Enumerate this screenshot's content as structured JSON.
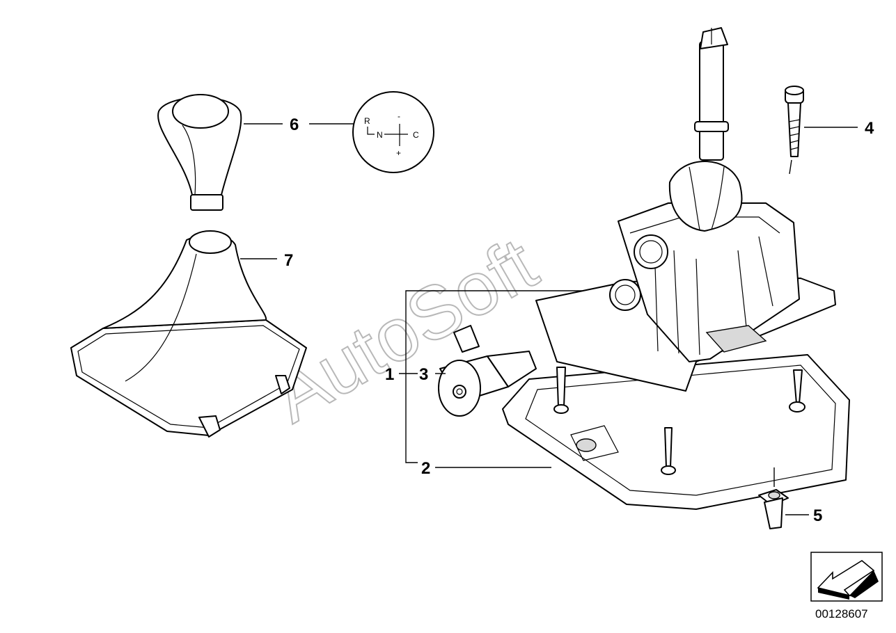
{
  "watermark": "AutoSoft",
  "document_number": "00128607",
  "callouts": [
    {
      "id": "1",
      "label": "1"
    },
    {
      "id": "2",
      "label": "2"
    },
    {
      "id": "3",
      "label": "3"
    },
    {
      "id": "4",
      "label": "4"
    },
    {
      "id": "5",
      "label": "5"
    },
    {
      "id": "6",
      "label": "6"
    },
    {
      "id": "7",
      "label": "7"
    }
  ],
  "shift_pattern": {
    "labels": [
      "R",
      "N",
      "-",
      "C",
      "+"
    ]
  },
  "colors": {
    "line": "#000000",
    "watermark": "#b8b8b8",
    "background": "#ffffff"
  },
  "icons": [
    "direction-arrow-icon"
  ]
}
